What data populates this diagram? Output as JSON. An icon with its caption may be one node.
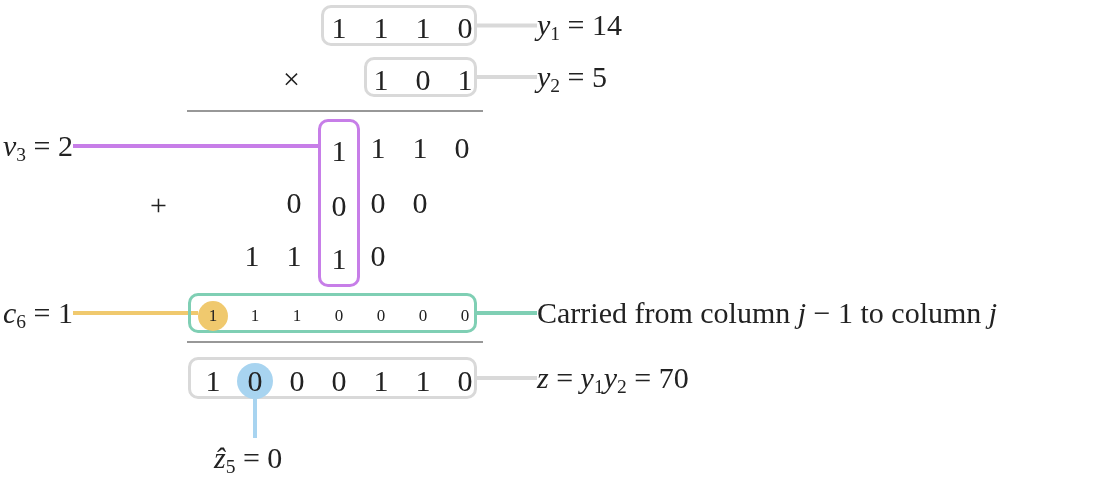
{
  "diagram": {
    "nodes": [
      {
        "text": [
          "1 1 1 0"
        ]
      },
      {
        "text": [
          "*y*$_{1}$ = 14"
        ]
      },
      {
        "text": [
          "1 0 1"
        ]
      },
      {
        "text": [
          "*y*$_{2}$ = 5"
        ]
      },
      {
        "text": [
          "*v*$_{3}$ = 2"
        ]
      },
      {
        "text": [
          "1",
          "0",
          "1"
        ]
      },
      {
        "text": [
          "*c*$_{6}$ = 1"
        ]
      },
      {
        "text": [
          "1 1 0 0 0 0"
        ]
      },
      {
        "text": [
          "1"
        ],
        "in": 7
      },
      {
        "text": [
          "Carried from column *j* − 1 to column *j*"
        ]
      },
      {
        "text": [
          "1",
          "0 0 1 1 0"
        ]
      },
      {
        "text": [
          "0"
        ],
        "in": 10
      },
      {
        "text": [
          "*z* = *y*$_{1}$*y*$_{2}$ = 70"
        ]
      },
      {
        "text": [
          "*ẑ*$_{5}$ = 0"
        ]
      }
    ],
    "edges": [
      {
        "from": 0,
        "to": 1,
        "arrow": "none"
      },
      {
        "from": 2,
        "to": 3,
        "arrow": "none"
      },
      {
        "from": 4,
        "to": 5,
        "arrow": "none",
        "color": "#c77ee8"
      },
      {
        "from": 6,
        "to": 8,
        "arrow": "none",
        "color": "#f0c96e"
      },
      {
        "from": 7,
        "to": 9,
        "arrow": "none",
        "color": "#7fcfb4"
      },
      {
        "from": 10,
        "to": 12,
        "arrow": "none"
      },
      {
        "from": 11,
        "to": 13,
        "arrow": "none",
        "color": "#a8d4f0"
      }
    ],
    "labels": [
      "×",
      "1 1 0",
      "+",
      "0",
      "0 0",
      "1 1",
      "0"
    ]
  }
}
